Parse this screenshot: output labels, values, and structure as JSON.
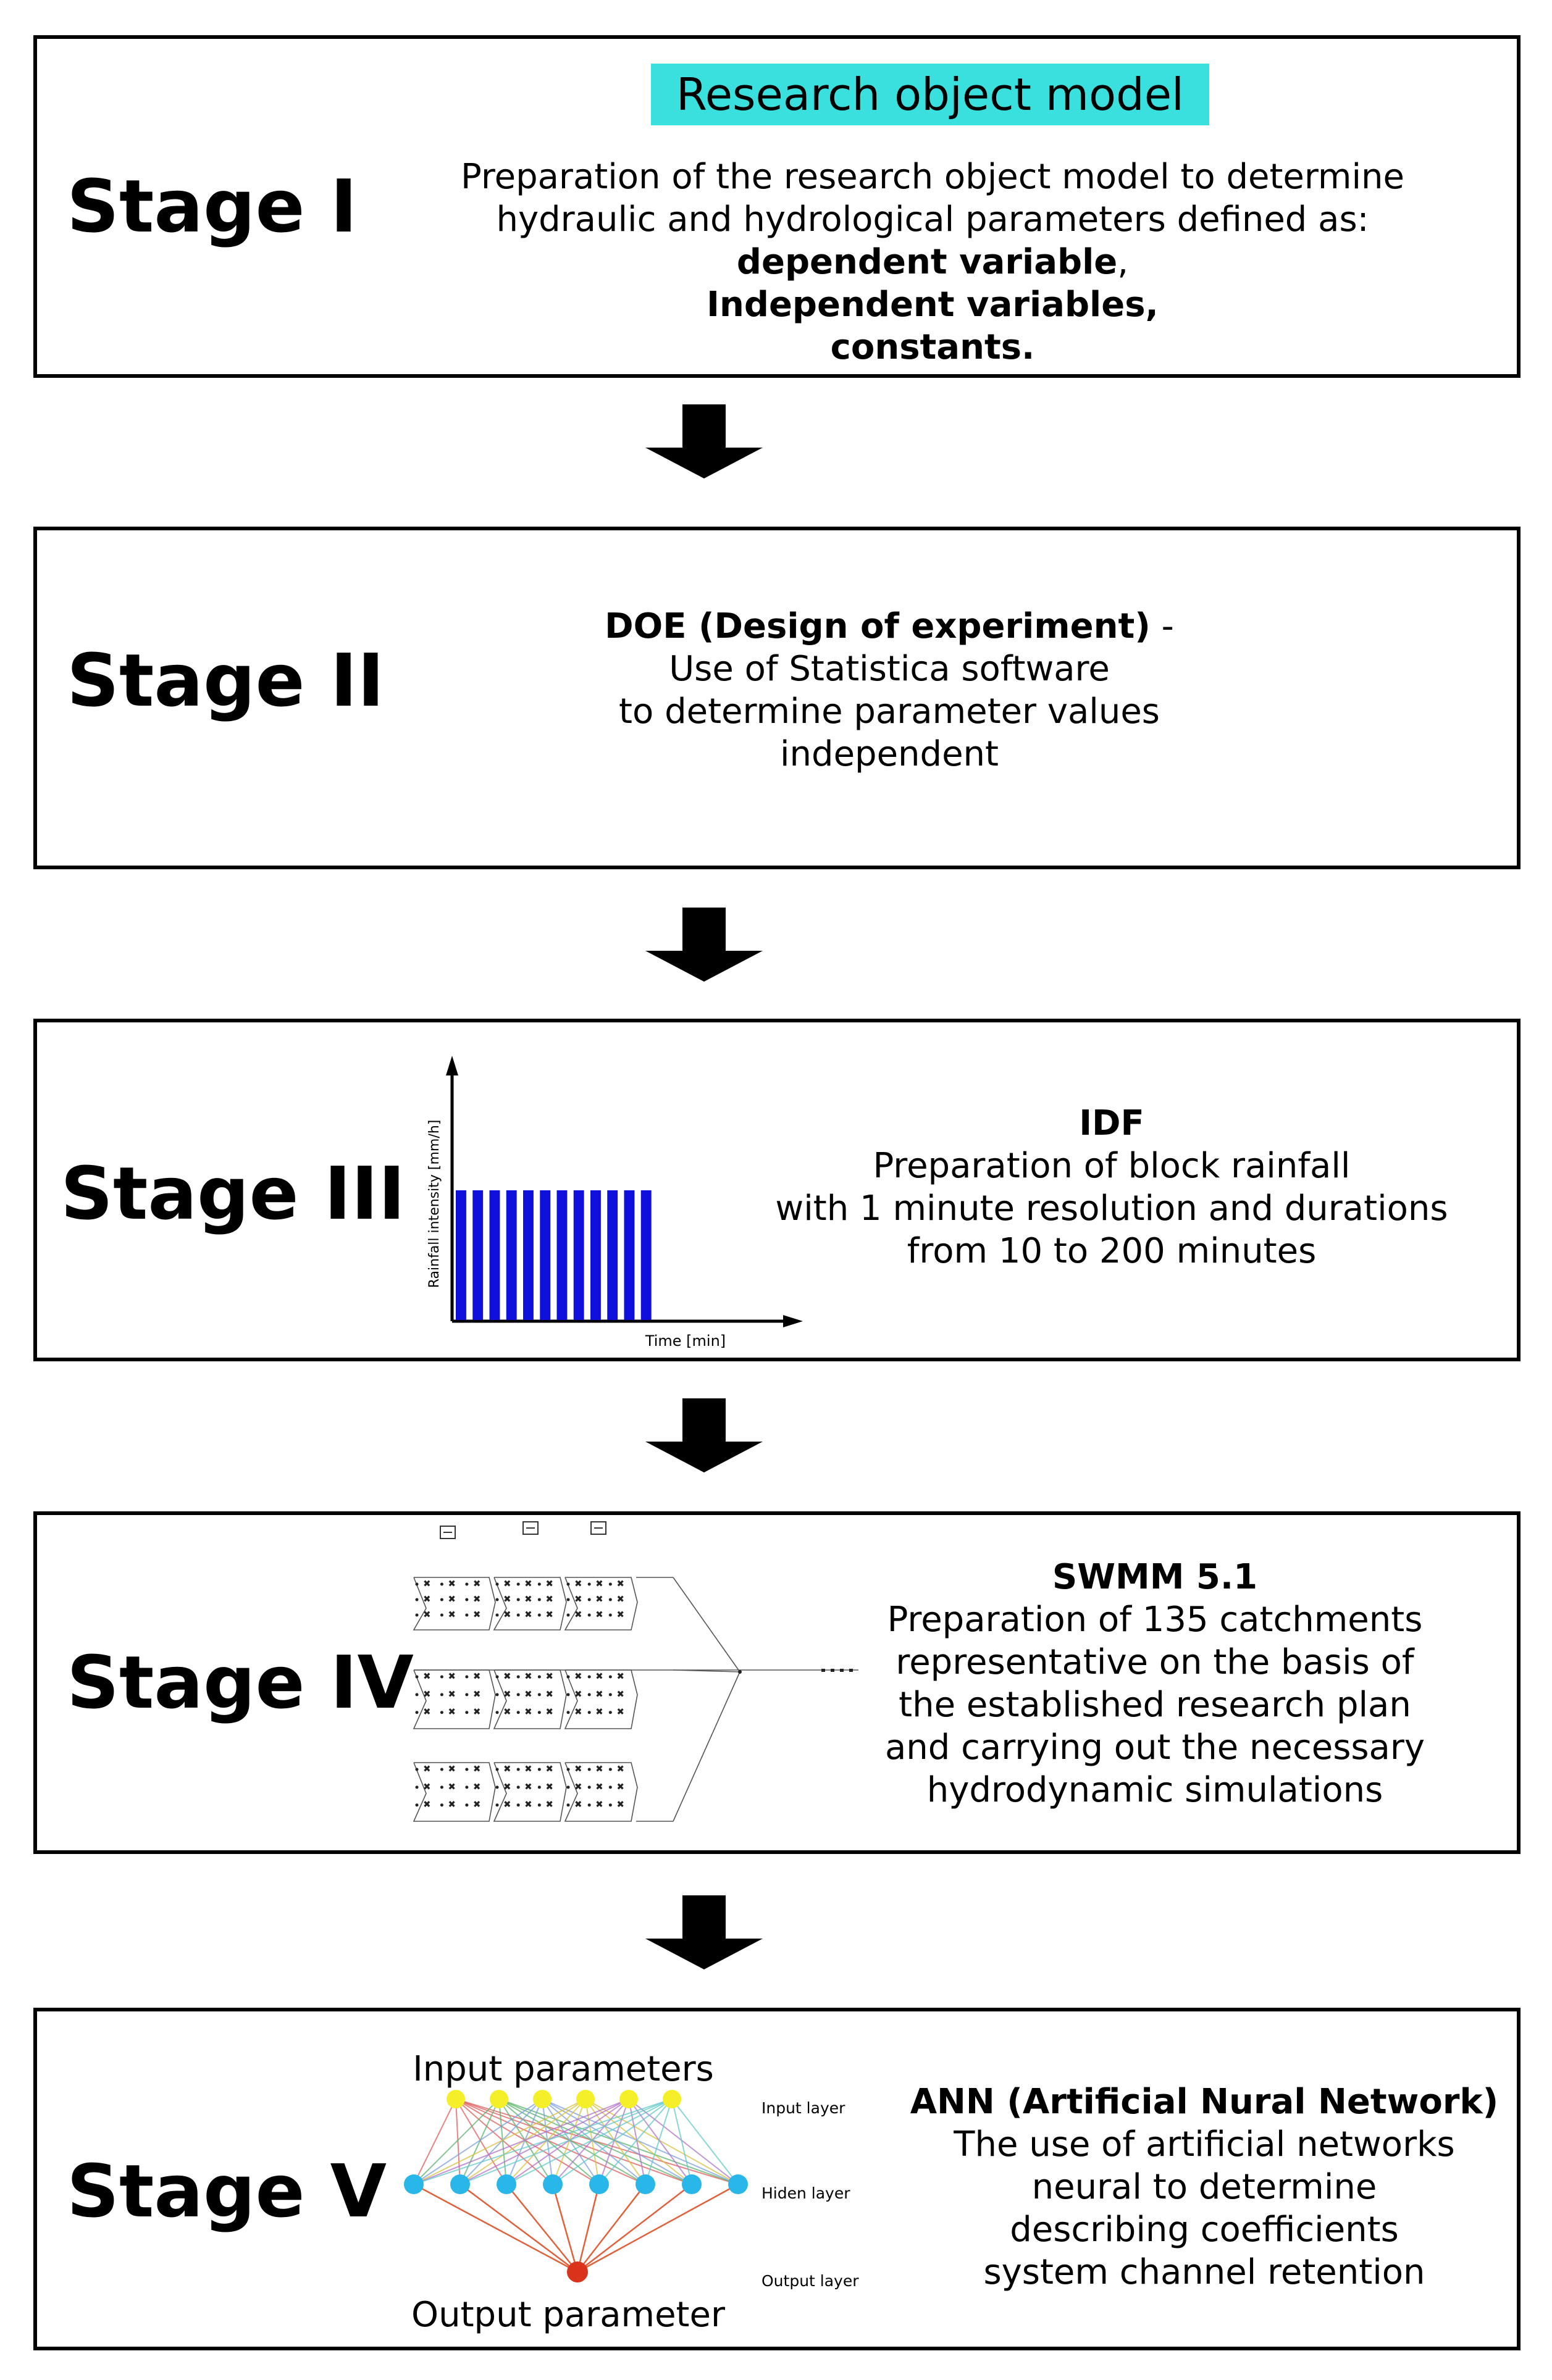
{
  "stages": [
    {
      "label": "Stage I",
      "tag": "Research object model",
      "lines": [
        "Preparation of the research object model to determine",
        "hydraulic and hydrological parameters defined as:"
      ],
      "bold_line_1": "dependent variable",
      "bold_line_1_suffix": ",",
      "bold_line_2": "Independent variables,",
      "bold_line_3": "constants."
    },
    {
      "label": "Stage II",
      "title": "DOE (Design of experiment)",
      "title_suffix": " -",
      "lines": [
        "Use of Statistica software",
        "to determine parameter values",
        "independent"
      ]
    },
    {
      "label": "Stage III",
      "title": "IDF",
      "lines": [
        "Preparation of block rainfall",
        "with 1 minute resolution and durations",
        "from 10 to 200 minutes"
      ],
      "chart": {
        "ylabel": "Rainfall intensity [mm/h]",
        "xlabel": "Time [min]",
        "bar_count": 12,
        "bar_color": "#1010dd"
      }
    },
    {
      "label": "Stage IV",
      "title": "SWMM 5.1",
      "lines": [
        "Preparation of 135 catchments",
        "representative on the basis of",
        "the established research plan",
        "and carrying out the necessary",
        "hydrodynamic simulations"
      ]
    },
    {
      "label": "Stage V",
      "title": "ANN (Artificial Nural Network)",
      "lines": [
        "The use of artificial networks",
        "neural to determine",
        "describing coefficients",
        "system channel retention"
      ],
      "network": {
        "input_caption": "Input parameters",
        "output_caption": "Output parameter",
        "input_layer": "Input layer",
        "hidden_layer": "Hiden layer",
        "output_layer": "Output layer",
        "input_color": "#f5ef2a",
        "hidden_color": "#29b6e8",
        "output_color": "#d9341b"
      }
    }
  ]
}
